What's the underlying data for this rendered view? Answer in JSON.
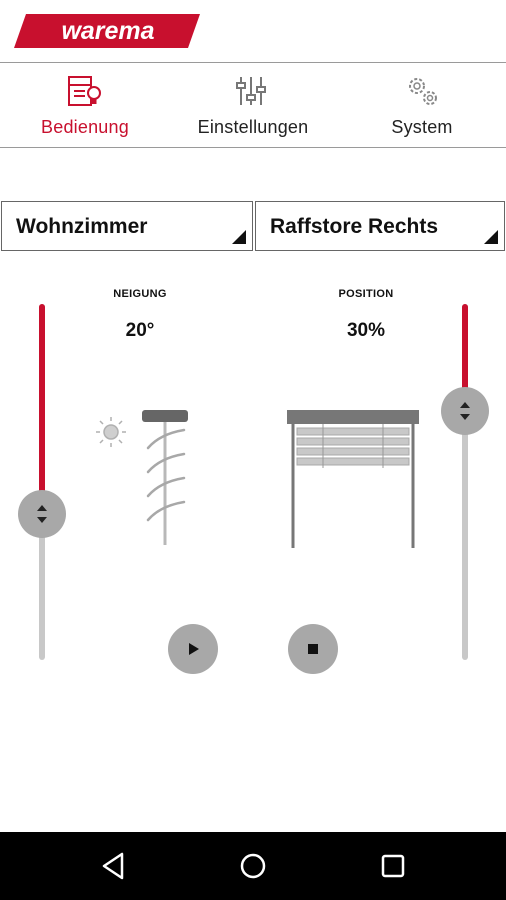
{
  "brand": {
    "logo_text": "warema",
    "color": "#c8102e"
  },
  "tabs": [
    {
      "label": "Bedienung",
      "icon": "remote-control-icon",
      "active": true
    },
    {
      "label": "Einstellungen",
      "icon": "sliders-icon",
      "active": false
    },
    {
      "label": "System",
      "icon": "gears-icon",
      "active": false
    }
  ],
  "selects": {
    "room": {
      "value": "Wohnzimmer"
    },
    "device": {
      "value": "Raffstore Rechts"
    }
  },
  "tilt": {
    "caption": "NEIGUNG",
    "value_text": "20°",
    "level": 0.59
  },
  "position": {
    "caption": "POSITION",
    "value_text": "30%",
    "level": 0.3
  },
  "controls": {
    "play": "play-icon",
    "stop": "stop-icon"
  },
  "navbar": {
    "back": "back-icon",
    "home": "home-icon",
    "recents": "recents-icon"
  },
  "colors": {
    "accent": "#c8102e",
    "track": "#c8c8c8",
    "knob": "#a8a8a8",
    "divider": "#9a9a9a"
  }
}
